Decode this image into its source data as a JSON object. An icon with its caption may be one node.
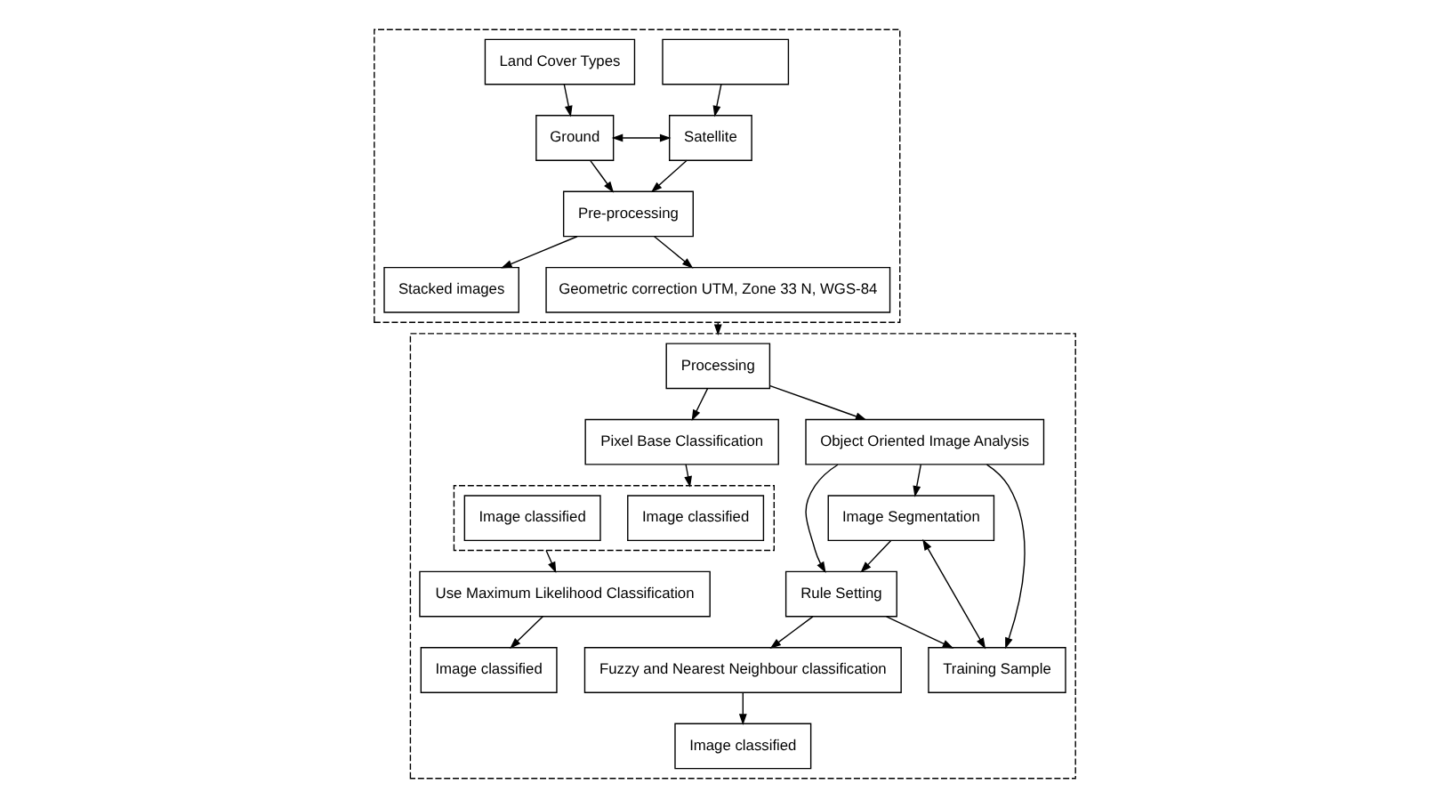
{
  "diagram": {
    "nodes": [
      {
        "text": [],
        "shape": "box"
      },
      {
        "text": [],
        "shape": "box"
      },
      {
        "text": [],
        "shape": "box",
        "in": 0
      },
      {
        "text": [
          "Satellite"
        ],
        "in": 0
      },
      {
        "text": [
          "Ground"
        ],
        "in": 0
      },
      {
        "text": [
          "Land Cover Types"
        ],
        "in": 0
      },
      {
        "text": [
          "Pre-processing"
        ],
        "in": 0
      },
      {
        "text": [
          "Stacked images"
        ],
        "in": 0
      },
      {
        "text": [
          "Geometric correction UTM, Zone 33 N, WGS-84"
        ],
        "in": 0
      },
      {
        "text": [
          "Processing"
        ],
        "in": 1
      },
      {
        "text": [
          "Pixel Base Classification"
        ],
        "in": 1
      },
      {
        "text": [],
        "shape": "box",
        "in": 1
      },
      {
        "text": [
          "Image classified"
        ],
        "in": 11
      },
      {
        "text": [
          "Image classified"
        ],
        "in": 11
      },
      {
        "text": [
          "Use Maximum Likelihood Classification"
        ],
        "in": 1
      },
      {
        "text": [
          "Image classified"
        ],
        "in": 1
      },
      {
        "text": [
          "Object Oriented Image Analysis"
        ],
        "in": 1
      },
      {
        "text": [
          "Image Segmentation"
        ],
        "in": 1
      },
      {
        "text": [
          "Rule Setting"
        ],
        "in": 1
      },
      {
        "text": [
          "Training Sample"
        ],
        "in": 1
      },
      {
        "text": [
          "Fuzzy and Nearest Neighbour classification"
        ],
        "in": 1
      },
      {
        "text": [
          "Image classified"
        ],
        "in": 1
      }
    ],
    "edges": [
      {
        "from": 3,
        "to": 4,
        "arrow": "both"
      },
      {
        "from": 2,
        "to": 3,
        "arrow": "to"
      },
      {
        "from": 5,
        "to": 4,
        "arrow": "to"
      },
      {
        "from": 3,
        "to": 6,
        "arrow": "to"
      },
      {
        "from": 4,
        "to": 6,
        "arrow": "to"
      },
      {
        "from": 6,
        "to": 7,
        "arrow": "to"
      },
      {
        "from": 6,
        "to": 8,
        "arrow": "to"
      },
      {
        "from": 0,
        "to": 1,
        "arrow": "to"
      },
      {
        "from": 9,
        "to": 10,
        "arrow": "to"
      },
      {
        "from": 9,
        "to": 16,
        "arrow": "to"
      },
      {
        "from": 10,
        "to": 11,
        "arrow": "to"
      },
      {
        "from": 11,
        "to": 14,
        "arrow": "to"
      },
      {
        "from": 14,
        "to": 15,
        "arrow": "to"
      },
      {
        "from": 16,
        "to": 17,
        "arrow": "to"
      },
      {
        "from": 16,
        "to": 18,
        "arrow": "to"
      },
      {
        "from": 16,
        "to": 19,
        "arrow": "to"
      },
      {
        "from": 17,
        "to": 18,
        "arrow": "to"
      },
      {
        "from": 18,
        "to": 19,
        "arrow": "to"
      },
      {
        "from": 17,
        "to": 19,
        "arrow": "both"
      },
      {
        "from": 18,
        "to": 20,
        "arrow": "to"
      },
      {
        "from": 20,
        "to": 21,
        "arrow": "to"
      }
    ]
  }
}
